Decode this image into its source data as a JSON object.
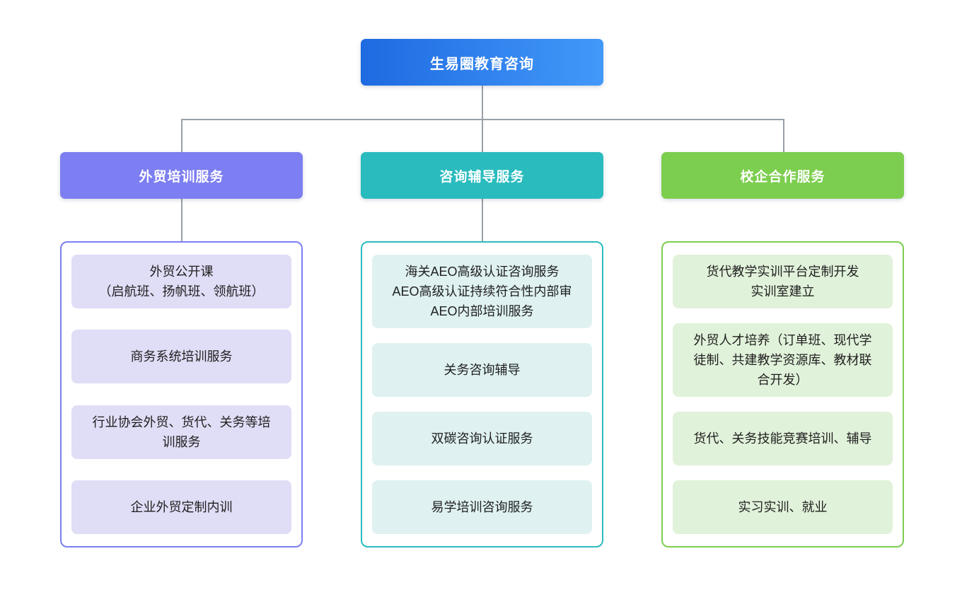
{
  "colors": {
    "root-grad-start": "#1E6AE1",
    "root-grad-end": "#4299F9",
    "branch-1": "#7C7EF1",
    "branch-1-light": "#E0DDF6",
    "branch-2": "#2ABBBE",
    "branch-2-light": "#DFF1F1",
    "branch-3": "#7CCE4F",
    "branch-3-light": "#E1F2DA",
    "connector": "#99A0A8"
  },
  "root": {
    "label": "生易圈教育咨询"
  },
  "branches": [
    {
      "label": "外贸培训服务",
      "items": [
        "外贸公开课\n（启航班、扬帆班、领航班）",
        "商务系统培训服务",
        "行业协会外贸、货代、关务等培训服务",
        "企业外贸定制内训"
      ]
    },
    {
      "label": "咨询辅导服务",
      "items": [
        "海关AEO高级认证咨询服务\nAEO高级认证持续符合性内部审\nAEO内部培训服务",
        "关务咨询辅导",
        "双碳咨询认证服务",
        "易学培训咨询服务"
      ]
    },
    {
      "label": "校企合作服务",
      "items": [
        "货代教学实训平台定制开发\n实训室建立",
        "外贸人才培养（订单班、现代学徒制、共建教学资源库、教材联合开发）",
        "货代、关务技能竞赛培训、辅导",
        "实习实训、就业"
      ]
    }
  ]
}
